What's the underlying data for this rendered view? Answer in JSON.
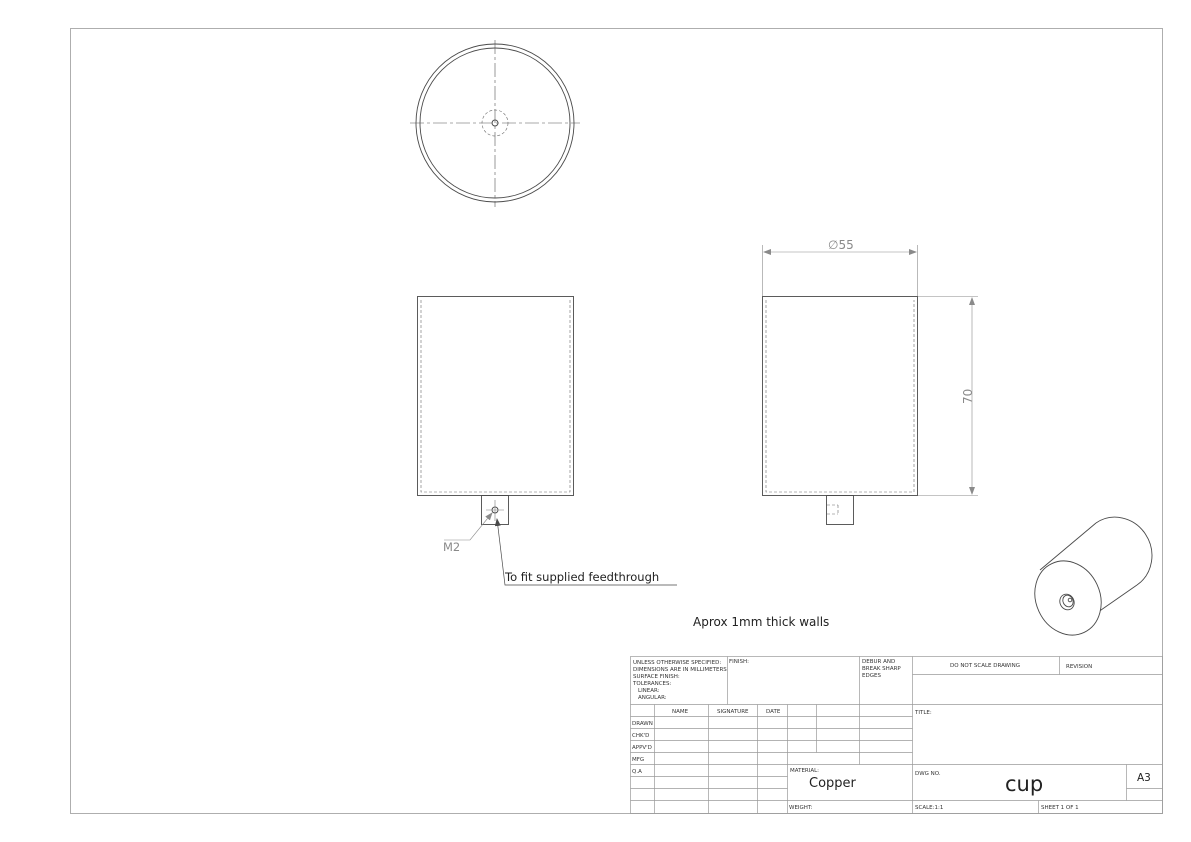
{
  "dimensions": {
    "diameter": "∅55",
    "height": "70",
    "thread": "M2"
  },
  "notes": {
    "feedthrough": "To fit supplied feedthrough",
    "walls": "Aprox 1mm thick walls"
  },
  "title_block": {
    "general_notes": [
      "UNLESS OTHERWISE SPECIFIED:",
      "DIMENSIONS ARE IN MILLIMETERS",
      "SURFACE FINISH:",
      "TOLERANCES:",
      "LINEAR:",
      "ANGULAR:"
    ],
    "finish_label": "FINISH:",
    "deburr": [
      "DEBUR AND",
      "BREAK SHARP",
      "EDGES"
    ],
    "do_not_scale": "DO NOT SCALE DRAWING",
    "revision_label": "REVISION",
    "col_headers": [
      "NAME",
      "SIGNATURE",
      "DATE"
    ],
    "row_labels": [
      "DRAWN",
      "CHK'D",
      "APPV'D",
      "MFG",
      "Q.A"
    ],
    "title_label": "TITLE:",
    "material_label": "MATERIAL:",
    "material": "Copper",
    "dwg_no_label": "DWG NO.",
    "dwg_no": "cup",
    "sheet_size": "A3",
    "weight_label": "WEIGHT:",
    "scale": "SCALE:1:1",
    "sheet": "SHEET 1 OF 1"
  }
}
